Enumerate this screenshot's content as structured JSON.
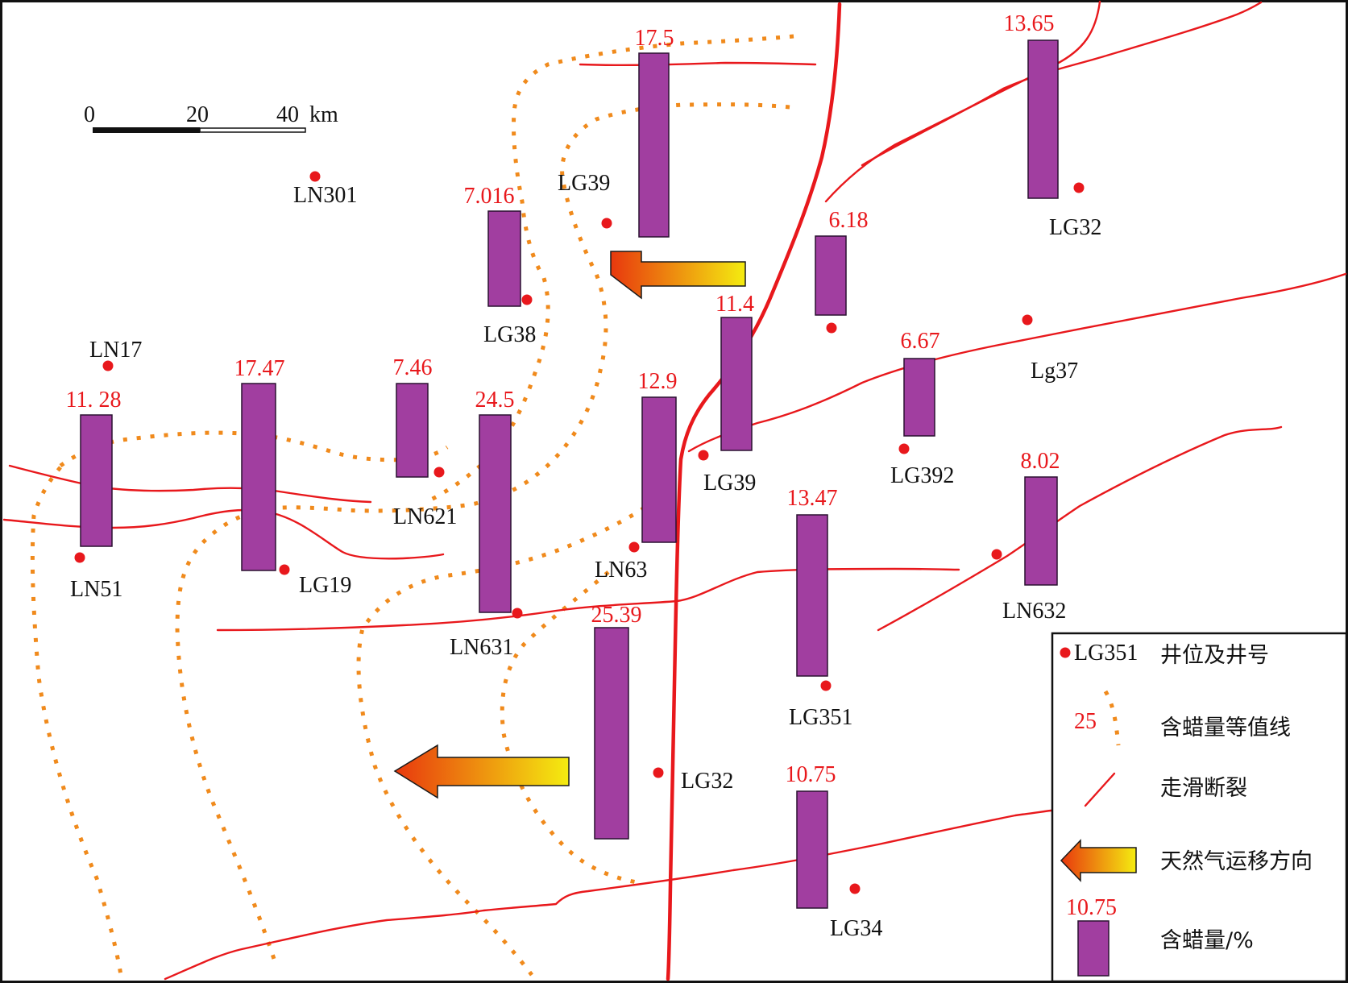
{
  "colors": {
    "bar": "#a13ea0",
    "well": "#e8181c",
    "fault": "#e8181c",
    "contour": "#f08a1c",
    "arrow_start": "#e8380e",
    "arrow_end": "#f4ec10"
  },
  "scale_bar": {
    "tick_0": "0",
    "tick_1": "20",
    "tick_2": "40",
    "unit": "km"
  },
  "bars": [
    {
      "value": 17.5,
      "label": "17.5"
    },
    {
      "value": 13.65,
      "label": "13.65"
    },
    {
      "value": 7.016,
      "label": "7.016"
    },
    {
      "value": 6.18,
      "label": "6.18"
    },
    {
      "value": 11.4,
      "label": "11.4"
    },
    {
      "value": 6.67,
      "label": "6.67"
    },
    {
      "value": 11.28,
      "label": "11. 28"
    },
    {
      "value": 17.47,
      "label": "17.47"
    },
    {
      "value": 7.46,
      "label": "7.46"
    },
    {
      "value": 24.5,
      "label": "24.5"
    },
    {
      "value": 12.9,
      "label": "12.9"
    },
    {
      "value": 8.02,
      "label": "8.02"
    },
    {
      "value": 13.47,
      "label": "13.47"
    },
    {
      "value": 25.39,
      "label": "25.39"
    },
    {
      "value": 10.75,
      "label": "10.75"
    }
  ],
  "wells": [
    "LN301",
    "LG39",
    "LG38",
    "LG32",
    "LN17",
    "Lg37",
    "LG39",
    "LG392",
    "LN621",
    "LN51",
    "LG19",
    "LN63",
    "LN632",
    "LN631",
    "LG351",
    "LG32",
    "LG34"
  ],
  "legend": {
    "well": {
      "sample": "LG351",
      "text": "井位及井号"
    },
    "contour": {
      "sample": "25",
      "text": "含蜡量等值线"
    },
    "fault": {
      "text": "走滑断裂"
    },
    "arrow": {
      "text": "天然气运移方向"
    },
    "bar": {
      "sample": "10.75",
      "text": "含蜡量/%"
    }
  }
}
